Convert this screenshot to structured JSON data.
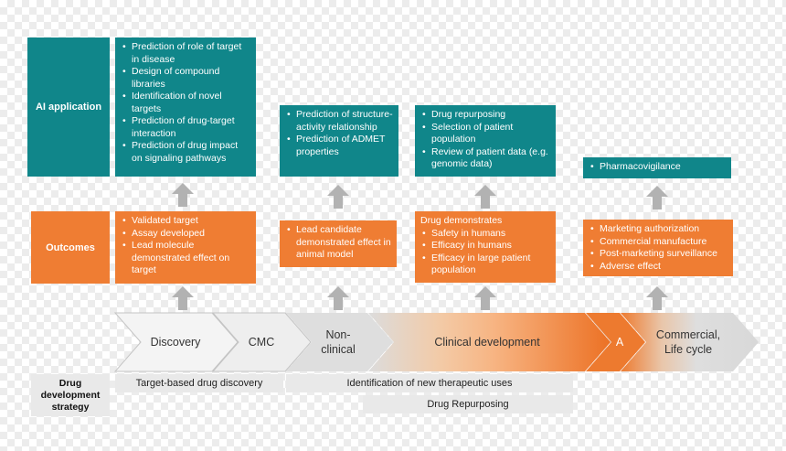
{
  "rows": {
    "ai_label": "AI application",
    "outcomes_label": "Outcomes"
  },
  "ai": {
    "discovery": [
      "Prediction of role of target in disease",
      "Design of compound libraries",
      "Identification of novel targets",
      "Prediction of drug-target interaction",
      "Prediction of drug impact on signaling pathways"
    ],
    "nonclinical": [
      "Prediction of structure-activity relationship",
      "Prediction of ADMET properties"
    ],
    "clinical": [
      "Drug repurposing",
      "Selection of patient population",
      "Review of patient data (e.g. genomic data)"
    ],
    "commercial": [
      "Pharmacovigilance"
    ]
  },
  "outcomes": {
    "discovery": [
      "Validated target",
      "Assay developed",
      "Lead molecule demonstrated effect on target"
    ],
    "nonclinical": [
      "Lead candidate demonstrated effect in animal model"
    ],
    "clinical_intro": "Drug demonstrates",
    "clinical": [
      "Safety in humans",
      "Efficacy in humans",
      "Efficacy in large patient population"
    ],
    "commercial": [
      "Marketing authorization",
      "Commercial manufacture",
      "Post-marketing surveillance",
      "Adverse effect"
    ]
  },
  "stages": {
    "discovery": "Discovery",
    "cmc": "CMC",
    "nonclinical": "Non-clinical",
    "clinical": "Clinical development",
    "a": "A",
    "commercial": "Commercial, Life cycle"
  },
  "strategy": {
    "label": "Drug development strategy",
    "target_based": "Target-based drug discovery",
    "new_uses": "Identification of new therapeutic uses",
    "repurposing": "Drug Repurposing"
  },
  "colors": {
    "teal": "#10868a",
    "orange": "#ef7d33",
    "chevron_grey": "#e1e1e1",
    "up_arrow": "#b2b2b2"
  }
}
